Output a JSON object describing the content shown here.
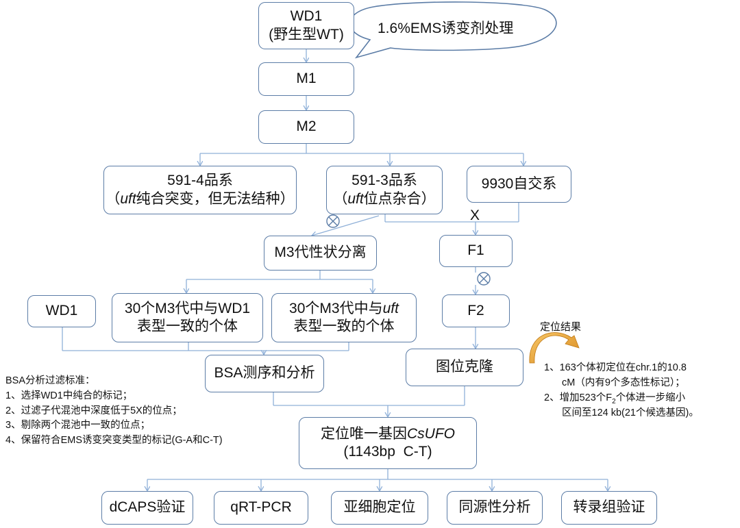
{
  "nodes": {
    "wd1_top": [
      "WD1",
      "(野生型WT)"
    ],
    "ems": "1.6%EMS诱变剂处理",
    "m1": "M1",
    "m2": "M2",
    "line_5914": [
      "591-4品系",
      "（uft纯合突变，但无法结种）"
    ],
    "line_5913": [
      "591-3品系",
      "（uft位点杂合）"
    ],
    "line_9930": "9930自交系",
    "m3_seg": "M3代性状分离",
    "f1": "F1",
    "wd1_left": "WD1",
    "m3_wd1": [
      "30个M3代中与WD1",
      "表型一致的个体"
    ],
    "m3_uft": [
      "30个M3代中与uft",
      "表型一致的个体"
    ],
    "f2": "F2",
    "bsa": "BSA测序和分析",
    "mapclone": "图位克隆",
    "gene": [
      "定位唯一基因CsUFO",
      "(1143bp  C-T)"
    ],
    "bottom": [
      "dCAPS验证",
      "qRT-PCR",
      "亚细胞定位",
      "同源性分析",
      "转录组验证"
    ]
  },
  "cross_label": "X",
  "bsa_criteria": {
    "title": "BSA分析过滤标准：",
    "items": [
      "1、选择WD1中纯合的标记；",
      "2、过滤子代混池中深度低于5X的位点；",
      "3、剔除两个混池中一致的位点；",
      "4、保留符合EMS诱变突变类型的标记(G-A和C-T)"
    ]
  },
  "mapping_result": {
    "title": "定位结果",
    "items": [
      "1、163个体初定位在chr.1的10.8",
      "cM（内有9个多态性标记）；",
      "2、增加523个F2个体进一步缩小",
      "区间至124 kb(21个候选基因)。"
    ]
  },
  "colors": {
    "box_border": "#5b7ca6",
    "connector": "#8fb0d8",
    "arrow_orange": "#e0982a"
  }
}
